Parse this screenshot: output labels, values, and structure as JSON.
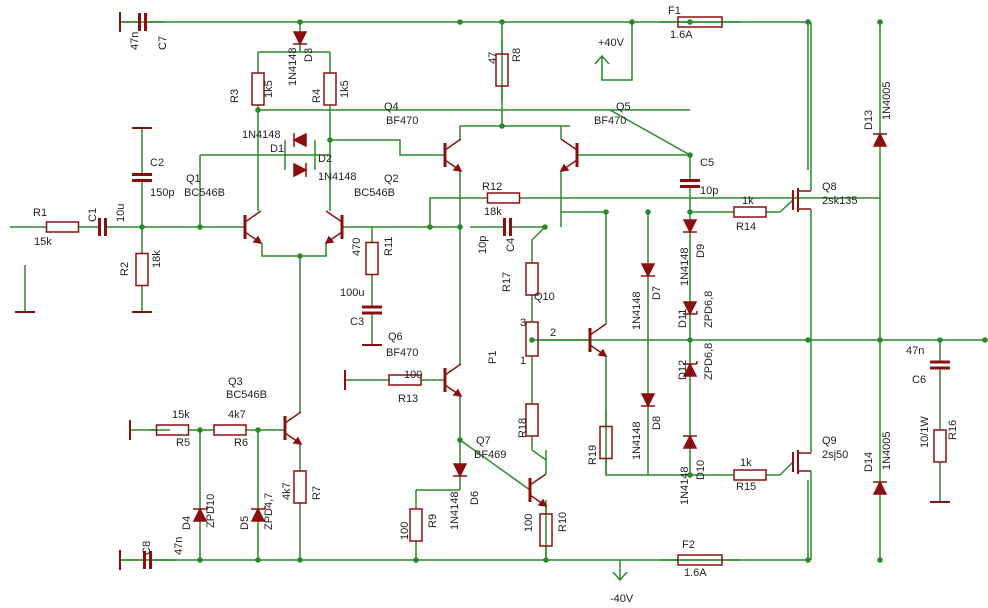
{
  "colors": {
    "wire": "#2a8a2a",
    "component": "#8a1010",
    "node": "#2a8a2a",
    "text": "#222222"
  },
  "rails": {
    "positive": "+40V",
    "negative": "-40V"
  },
  "resistors": {
    "R1": {
      "name": "R1",
      "value": "15k"
    },
    "R2": {
      "name": "R2",
      "value": "18k"
    },
    "R3": {
      "name": "R3",
      "value": "1k5"
    },
    "R4": {
      "name": "R4",
      "value": "1k5"
    },
    "R5": {
      "name": "R5",
      "value": "15k"
    },
    "R6": {
      "name": "R6",
      "value": "4k7"
    },
    "R7": {
      "name": "R7",
      "value": "4k7"
    },
    "R8": {
      "name": "R8",
      "value": "47"
    },
    "R9": {
      "name": "R9",
      "value": "100"
    },
    "R10": {
      "name": "R10",
      "value": "100"
    },
    "R11": {
      "name": "R11",
      "value": "470"
    },
    "R12": {
      "name": "R12",
      "value": "18k"
    },
    "R13": {
      "name": "R13",
      "value": "100"
    },
    "R14": {
      "name": "R14",
      "value": "1k"
    },
    "R15": {
      "name": "R15",
      "value": "1k"
    },
    "R16": {
      "name": "R16",
      "value": "10/1W"
    },
    "R17": {
      "name": "R17",
      "value": ""
    },
    "R18": {
      "name": "R18",
      "value": ""
    },
    "R19": {
      "name": "R19",
      "value": ""
    }
  },
  "capacitors": {
    "C1": {
      "name": "C1",
      "value": "10u"
    },
    "C2": {
      "name": "C2",
      "value": "150p"
    },
    "C3": {
      "name": "C3",
      "value": "100u"
    },
    "C4": {
      "name": "C4",
      "value": "10p"
    },
    "C5": {
      "name": "C5",
      "value": "10p"
    },
    "C6": {
      "name": "C6",
      "value": "47n"
    },
    "C7": {
      "name": "C7",
      "value": "47n"
    },
    "C8": {
      "name": "C8",
      "value": "47n"
    }
  },
  "transistors": {
    "Q1": {
      "name": "Q1",
      "part": "BC546B"
    },
    "Q2": {
      "name": "Q2",
      "part": "BC546B"
    },
    "Q3": {
      "name": "Q3",
      "part": "BC546B"
    },
    "Q4": {
      "name": "Q4",
      "part": "BF470"
    },
    "Q5": {
      "name": "Q5",
      "part": "BF470"
    },
    "Q6": {
      "name": "Q6",
      "part": "BF470"
    },
    "Q7": {
      "name": "Q7",
      "part": "BF469"
    },
    "Q8": {
      "name": "Q8",
      "part": "2sk135"
    },
    "Q9": {
      "name": "Q9",
      "part": "2sj50"
    },
    "Q10": {
      "name": "Q10",
      "part": ""
    }
  },
  "diodes": {
    "D1": {
      "name": "D1",
      "part": "1N4148"
    },
    "D2": {
      "name": "D2",
      "part": "1N4148"
    },
    "D3": {
      "name": "D3",
      "part": "1N4148"
    },
    "D4": {
      "name": "D4",
      "part": "ZPD10"
    },
    "D5": {
      "name": "D5",
      "part": "ZPD4,7"
    },
    "D6": {
      "name": "D6",
      "part": "1N4148"
    },
    "D7": {
      "name": "D7",
      "part": "1N4148"
    },
    "D8": {
      "name": "D8",
      "part": "1N4148"
    },
    "D9": {
      "name": "D9",
      "part": "1N4148"
    },
    "D10": {
      "name": "D10",
      "part": "1N4148"
    },
    "D11": {
      "name": "D11",
      "part": "ZPD6,8"
    },
    "D12": {
      "name": "D12",
      "part": "ZPD6,8"
    },
    "D13": {
      "name": "D13",
      "part": "1N4005"
    },
    "D14": {
      "name": "D14",
      "part": "1N4005"
    }
  },
  "fuses": {
    "F1": {
      "name": "F1",
      "value": "1.6A"
    },
    "F2": {
      "name": "F2",
      "value": "1.6A"
    }
  },
  "pot": {
    "name": "P1",
    "pin1": "1",
    "pin2": "2",
    "pin3": "3"
  }
}
